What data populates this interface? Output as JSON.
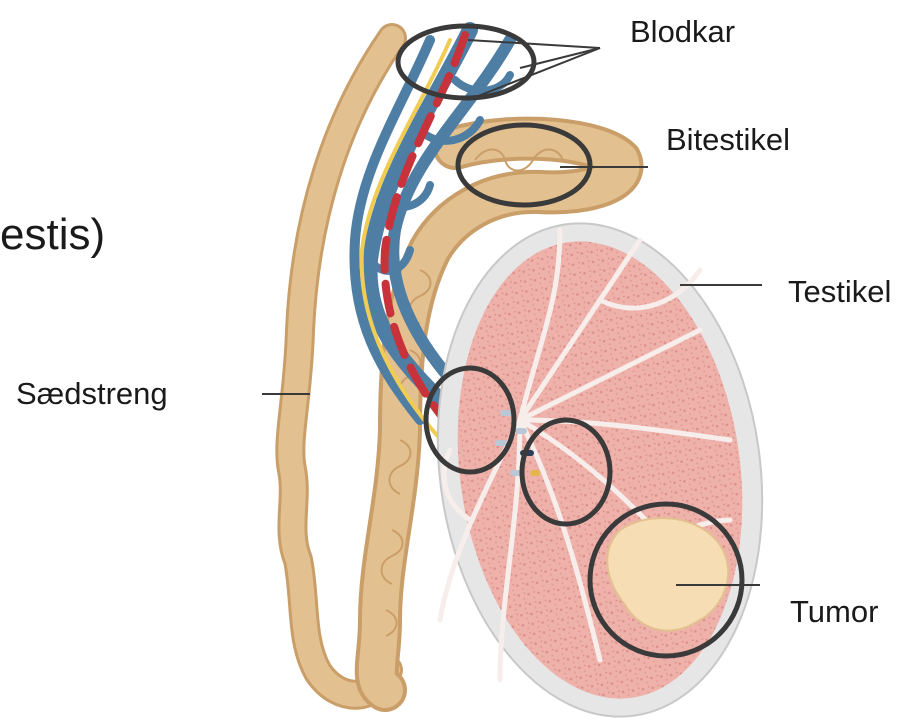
{
  "slide": {
    "partial_text": "estis)"
  },
  "labels": {
    "blodkar": "Blodkar",
    "bitestikel": "Bitestikel",
    "testikel": "Testikel",
    "saedstreng": "Sædstreng",
    "tumor": "Tumor"
  },
  "colors": {
    "cord": "#e3c08f",
    "cord_shade": "#c99e69",
    "vein": "#4f7ea4",
    "artery": "#c8323a",
    "nerve": "#f0cd52",
    "testis_tissue": "#eeb2ab",
    "septa": "#f7eeec",
    "capsule": "#e6e6e6",
    "tumor": "#f6ddb4",
    "circle": "#3a3a3a"
  }
}
